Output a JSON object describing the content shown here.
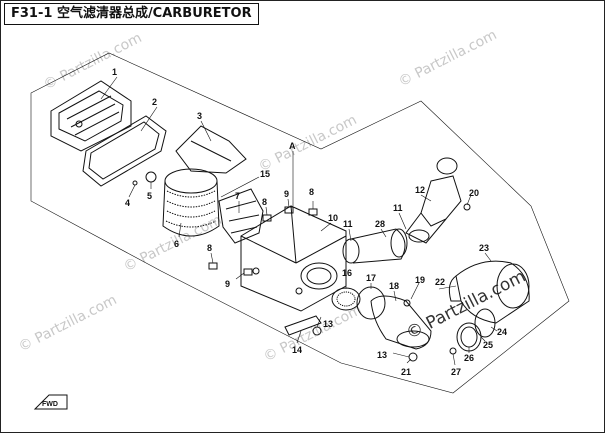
{
  "title": "F31-1 空气滤清器总成/CARBURETOR",
  "watermark": "© Partzilla.com",
  "assembly_label": "A",
  "fwd_label": "FWD",
  "callouts": [
    "1",
    "2",
    "3",
    "4",
    "5",
    "6",
    "7",
    "15",
    "8",
    "9",
    "8",
    "10",
    "11",
    "11",
    "12",
    "20",
    "28",
    "16",
    "17",
    "18",
    "19",
    "22",
    "23",
    "24",
    "25",
    "26",
    "27",
    "13",
    "13",
    "21",
    "9",
    "14",
    "8"
  ]
}
